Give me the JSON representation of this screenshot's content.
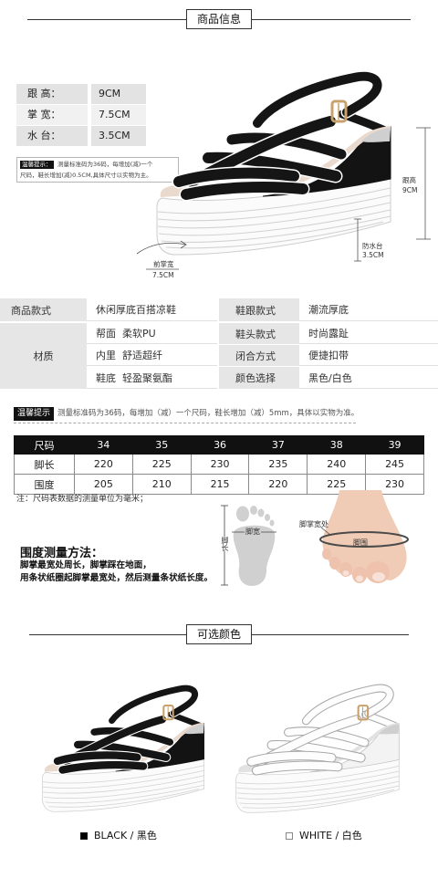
{
  "section_titles": {
    "product_info": "商品信息",
    "colors": "可选颜色"
  },
  "specs": [
    {
      "label": "跟 高：",
      "value": "9CM"
    },
    {
      "label": "掌 宽：",
      "value": "7.5CM"
    },
    {
      "label": "水 台：",
      "value": "3.5CM"
    }
  ],
  "tip_small": {
    "badge": "温馨提示：",
    "line1": "测量标准码为36码，每增加(减)一个",
    "line2": "尺码，鞋长增加(减)0.5CM,具体尺寸以实物为主。"
  },
  "dimensions": {
    "heel_label": "跟高",
    "heel_value": "9CM",
    "platform_label": "防水台",
    "platform_value": "3.5CM",
    "forefoot_label": "前掌宽",
    "forefoot_value": "7.5CM"
  },
  "attributes": {
    "row1": {
      "label1": "商品款式",
      "value1": "休闲厚底百搭凉鞋",
      "label2": "鞋跟款式",
      "value2": "潮流厚底"
    },
    "material_label": "材质",
    "materials": [
      "帮面  柔软PU",
      "内里  舒适超纤",
      "鞋底  轻盈聚氨酯"
    ],
    "right": [
      {
        "label": "鞋头款式",
        "value": "时尚露趾"
      },
      {
        "label": "闭合方式",
        "value": "便捷扣带"
      },
      {
        "label": "颜色选择",
        "value": "黑色/白色"
      }
    ]
  },
  "tip": {
    "badge": "温馨提示",
    "text": "测量标准码为36码，每增加（减）一个尺码，鞋长增加（减）5mm，具体以实物为准。"
  },
  "size_table": {
    "headers": [
      "尺码",
      "34",
      "35",
      "36",
      "37",
      "38",
      "39"
    ],
    "rows": [
      [
        "脚长",
        "220",
        "225",
        "230",
        "235",
        "240",
        "245"
      ],
      [
        "围度",
        "205",
        "210",
        "215",
        "220",
        "225",
        "230"
      ]
    ]
  },
  "note": "注：尺码表数据的测量单位为毫米；",
  "foot_labels": {
    "length": "脚长",
    "width": "脚宽",
    "widest": "脚掌宽处",
    "girth": "脚围"
  },
  "measure_method": {
    "title": "围度测量方法：",
    "line1": "脚掌最宽处周长，脚掌踩在地面，",
    "line2": "用条状纸圈起脚掌最宽处，然后测量条状纸长度。"
  },
  "colors": [
    {
      "label": "BLACK / 黑色",
      "swatch": "#000000"
    },
    {
      "label": "WHITE / 白色",
      "swatch": "#ffffff"
    }
  ]
}
